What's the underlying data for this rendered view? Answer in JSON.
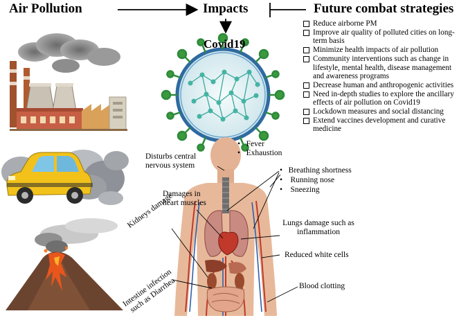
{
  "headers": {
    "air_pollution": "Air Pollution",
    "impacts": "Impacts",
    "future": "Future combat strategies",
    "covid": "Covid19"
  },
  "strategies": [
    "Reduce airborne PM",
    "Improve air quality of polluted cities on long-term basis",
    "Minimize health impacts of air pollution",
    "Community interventions such as change in lifestyle, mental health, disease management and awareness programs",
    "Decrease human and anthropogenic activities",
    "Need in-depth studies to explore the ancillary effects of air pollution on Covid19",
    "Lockdown measures and social distancing",
    "Extend vaccines development and curative medicine"
  ],
  "symptoms_top": [
    "Fever",
    "Exhaustion"
  ],
  "symptoms_right": [
    "Breathing shortness",
    "Running nose",
    "Sneezing"
  ],
  "body_labels": {
    "cns": "Disturbs central nervous system",
    "heart": "Damages in heart muscles",
    "kidneys": "Kidneys damage",
    "lungs": "Lungs damage such as inflammation",
    "wbc": "Reduced white cells",
    "intestine": "Intestine infection such as Diarrhea",
    "clotting": "Blood clotting"
  },
  "colors": {
    "virus_spike": "#3c9a3e",
    "virus_membrane": "#2f6aa0",
    "virus_rna": "#45b3a4",
    "skin": "#e7b99a",
    "car": "#f2c21b",
    "lava": "#e8561c"
  }
}
